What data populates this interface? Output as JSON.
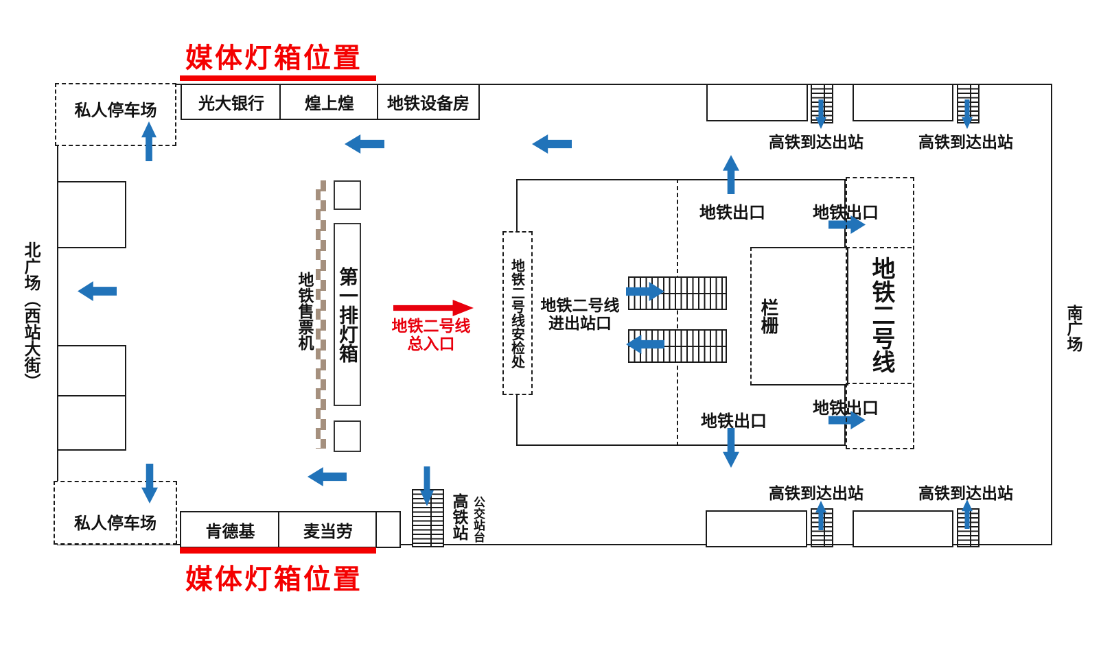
{
  "colors": {
    "accent_blue": "#2173b9",
    "highlight_red": "#f40000",
    "entrance_red": "#e8000d",
    "machine_brown": "#a5907e",
    "line_black": "#1a1a1a"
  },
  "titles": {
    "media_lightbox_top": "媒体灯箱位置",
    "media_lightbox_bottom": "媒体灯箱位置"
  },
  "plazas": {
    "north": "北广场（西站大街）",
    "south": "南广场"
  },
  "parking": {
    "top_label": "私人停车场",
    "bottom_label": "私人停车场"
  },
  "shops_top": [
    {
      "label": "光大银行"
    },
    {
      "label": "煌上煌"
    },
    {
      "label": "地铁设备房"
    }
  ],
  "shops_bottom": [
    {
      "label": "肯德基"
    },
    {
      "label": "麦当劳"
    }
  ],
  "ticket_machines": {
    "label": "地铁售票机"
  },
  "lightbox_row": {
    "label": "第一排灯箱"
  },
  "entrance": {
    "line1": "地铁二号线",
    "line2": "总入口"
  },
  "security": {
    "label": "地铁二号线安检处"
  },
  "gates": {
    "line1": "地铁二号线",
    "line2": "进出站口"
  },
  "fence": {
    "label": "栏栅"
  },
  "metro_zone": {
    "label": "地铁二号线"
  },
  "metro_exits": {
    "top_left": "地铁出口",
    "top_right": "地铁出口",
    "bottom_left": "地铁出口",
    "bottom_right": "地铁出口"
  },
  "hsr_exits": {
    "top_left": "高铁到达出站",
    "top_right": "高铁到达出站",
    "bottom_left": "高铁到达出站",
    "bottom_right": "高铁到达出站"
  },
  "hsr_station": {
    "label": "高铁站"
  },
  "bus_platform": {
    "label": "公交站台"
  }
}
